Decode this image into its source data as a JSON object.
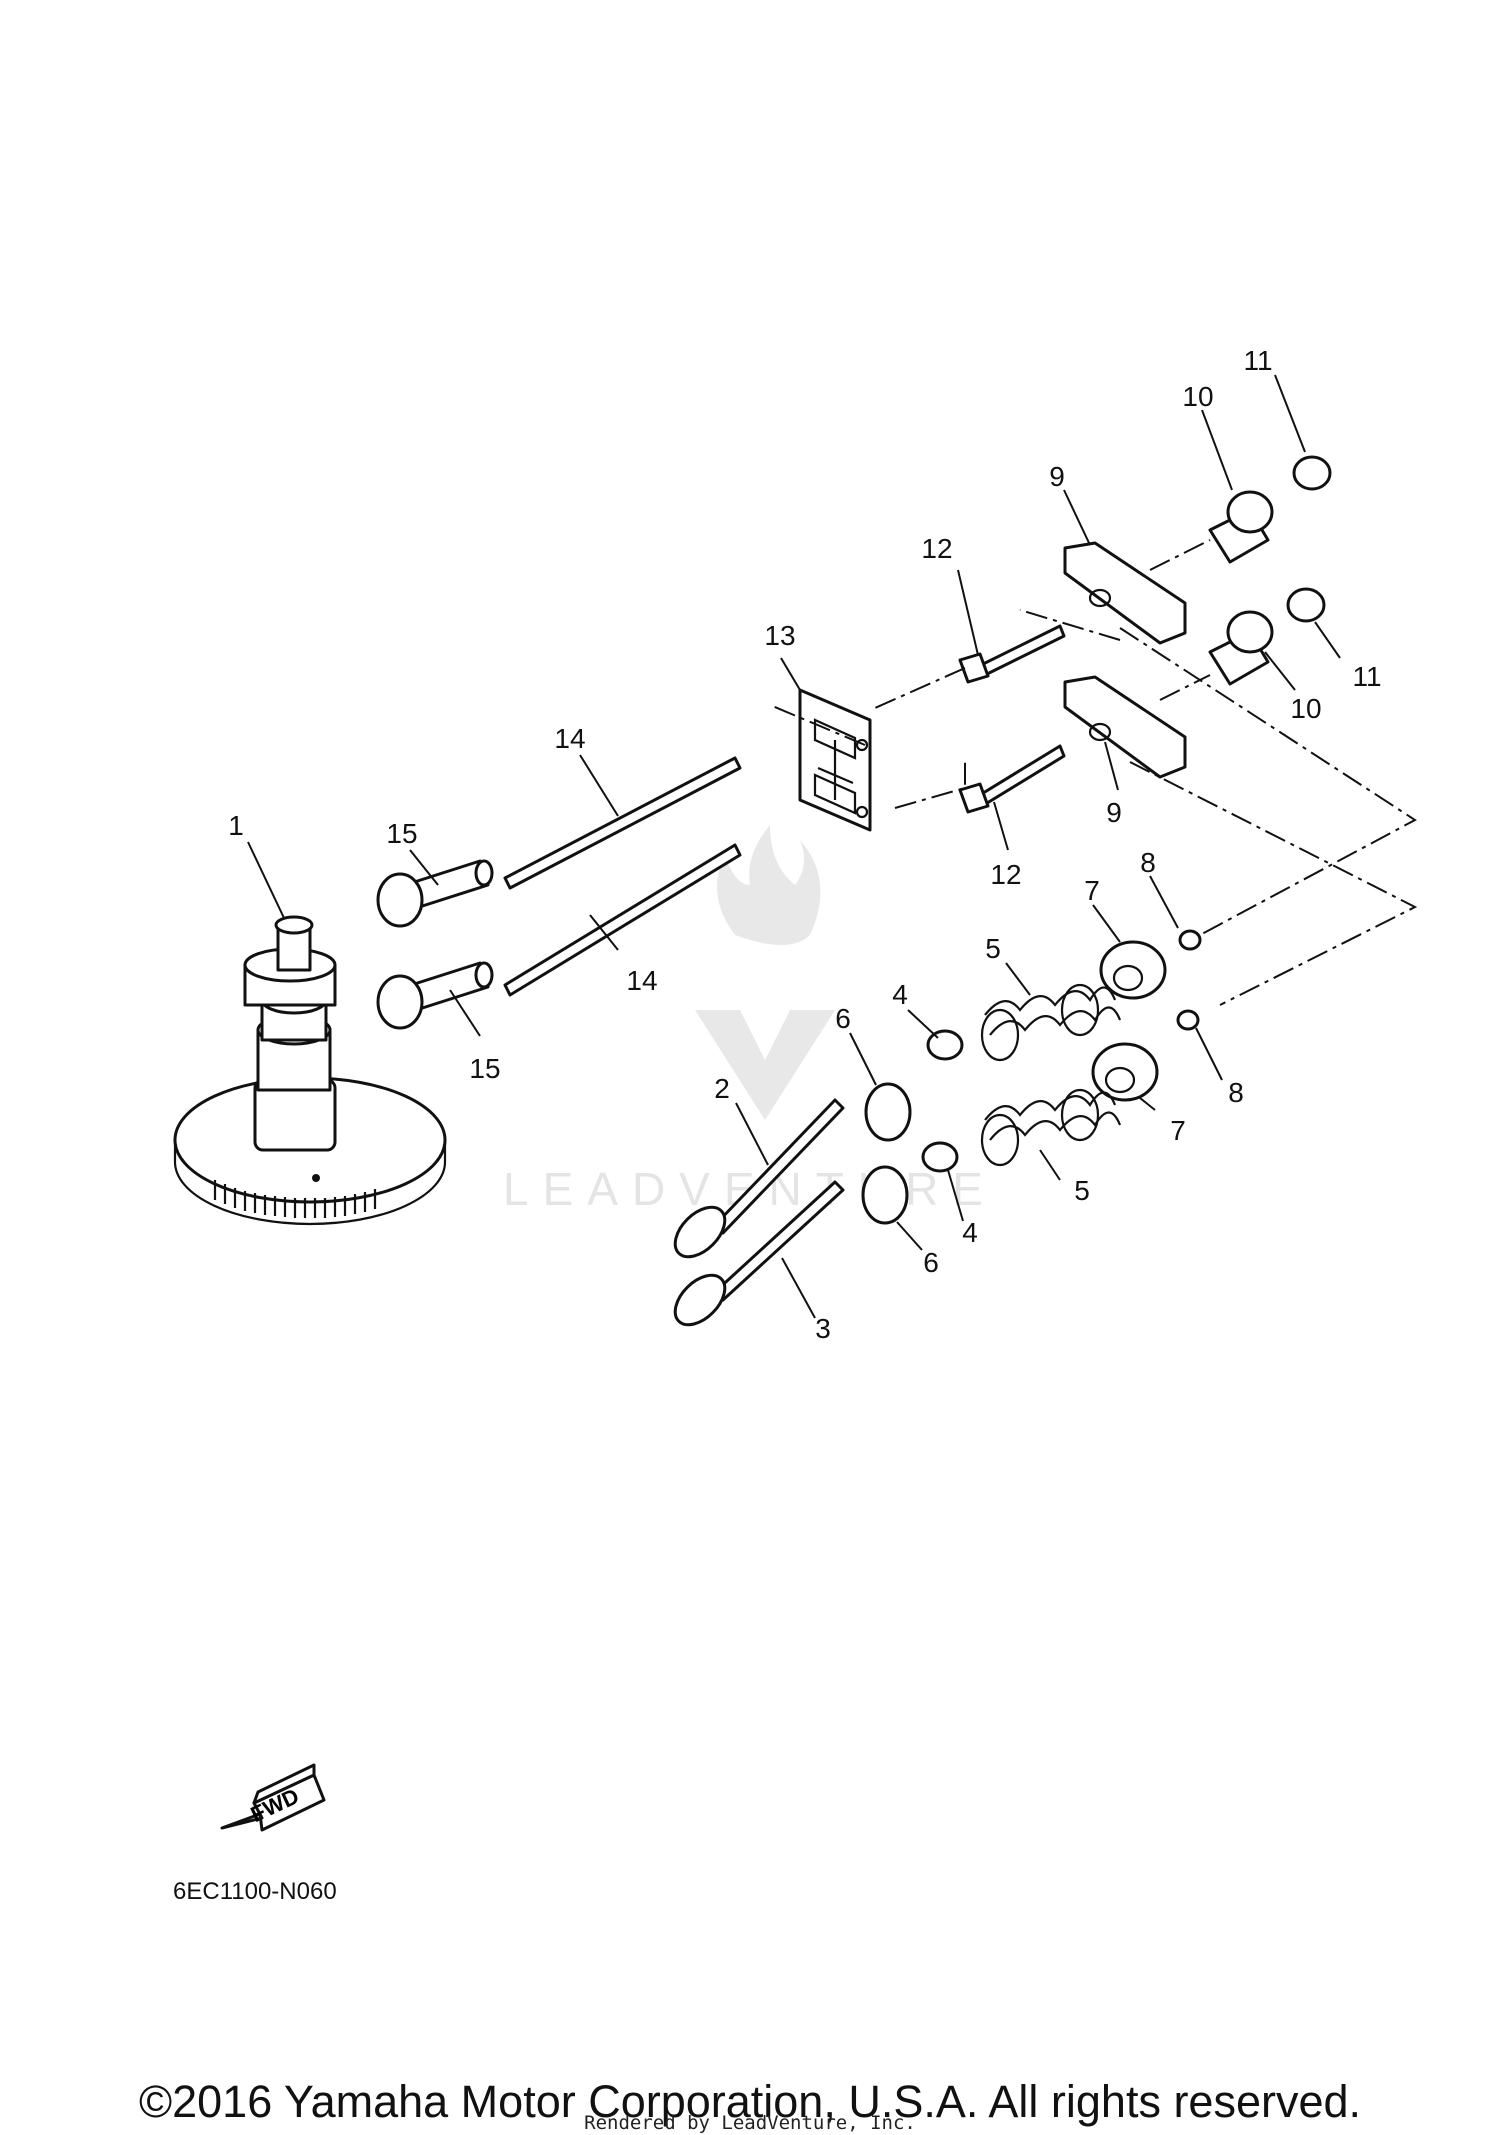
{
  "callouts": [
    {
      "id": "c1",
      "text": "1"
    },
    {
      "id": "c2",
      "text": "2"
    },
    {
      "id": "c3",
      "text": "3"
    },
    {
      "id": "c4a",
      "text": "4"
    },
    {
      "id": "c4b",
      "text": "4"
    },
    {
      "id": "c5a",
      "text": "5"
    },
    {
      "id": "c5b",
      "text": "5"
    },
    {
      "id": "c6a",
      "text": "6"
    },
    {
      "id": "c6b",
      "text": "6"
    },
    {
      "id": "c7a",
      "text": "7"
    },
    {
      "id": "c7b",
      "text": "7"
    },
    {
      "id": "c8a",
      "text": "8"
    },
    {
      "id": "c8b",
      "text": "8"
    },
    {
      "id": "c9a",
      "text": "9"
    },
    {
      "id": "c9b",
      "text": "9"
    },
    {
      "id": "c10a",
      "text": "10"
    },
    {
      "id": "c10b",
      "text": "10"
    },
    {
      "id": "c11a",
      "text": "11"
    },
    {
      "id": "c11b",
      "text": "11"
    },
    {
      "id": "c12a",
      "text": "12"
    },
    {
      "id": "c12b",
      "text": "12"
    },
    {
      "id": "c13",
      "text": "13"
    },
    {
      "id": "c14a",
      "text": "14"
    },
    {
      "id": "c14b",
      "text": "14"
    },
    {
      "id": "c15a",
      "text": "15"
    },
    {
      "id": "c15b",
      "text": "15"
    }
  ],
  "fwd_label": "FWD",
  "diagram_code": "6EC1100-N060",
  "watermark_text": "LEADVENTURE",
  "copyright": "©2016 Yamaha Motor Corporation, U.S.A. All rights reserved.",
  "render_credit": "Rendered by LeadVenture, Inc."
}
